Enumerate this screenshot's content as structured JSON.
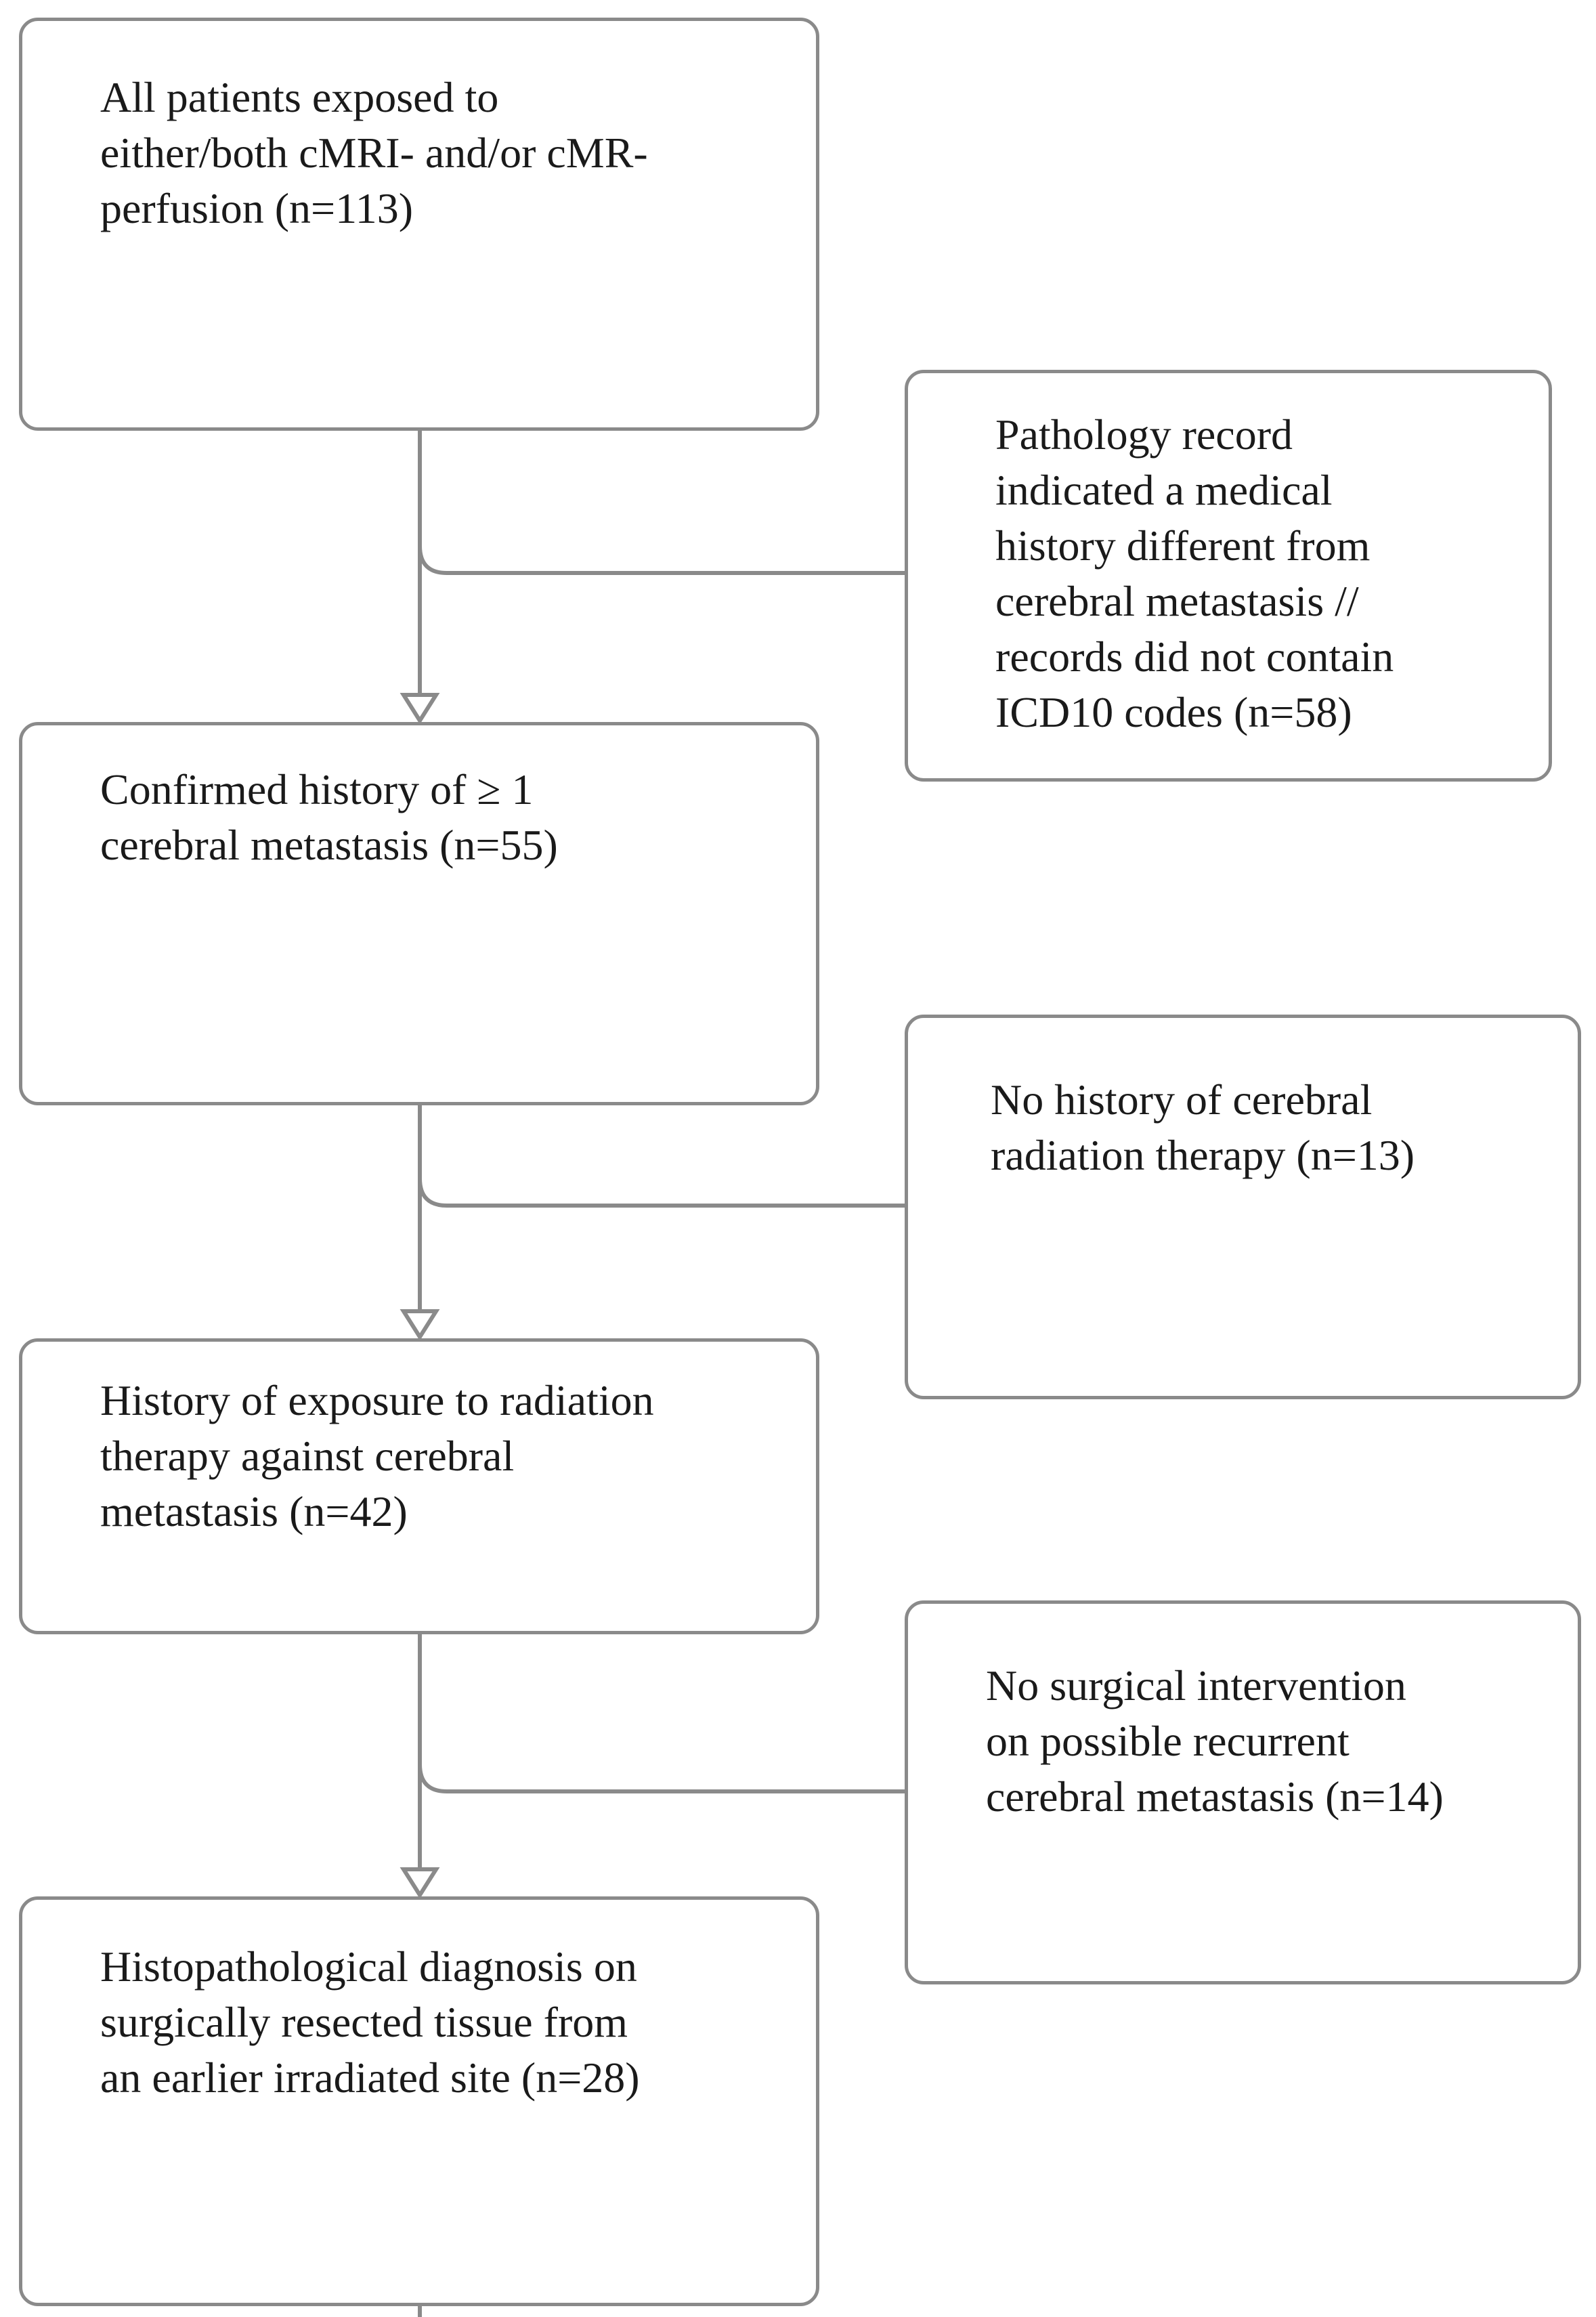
{
  "flowchart": {
    "main_steps": [
      {
        "lines": [
          "All patients exposed to",
          "either/both cMRI- and/or cMR-",
          "perfusion (n=113)"
        ]
      },
      {
        "lines": [
          "Confirmed history of ≥ 1",
          "cerebral metastasis (n=55)"
        ]
      },
      {
        "lines": [
          "History of exposure to radiation",
          "therapy against cerebral",
          "metastasis (n=42)"
        ]
      },
      {
        "lines": [
          "Histopathological diagnosis on",
          "surgically resected tissue from",
          "an earlier irradiated site (n=28)"
        ]
      }
    ],
    "exclusions": [
      {
        "lines": [
          "Pathology record",
          "indicated a medical",
          "history different from",
          "cerebral metastasis //",
          "records did not contain",
          "ICD10 codes (n=58)"
        ]
      },
      {
        "lines": [
          "No history of cerebral",
          "radiation therapy (n=13)"
        ]
      },
      {
        "lines": [
          "No surgical intervention",
          "on possible recurrent",
          "cerebral metastasis (n=14)"
        ]
      }
    ]
  },
  "colors": {
    "box_border": "#8a8a8a",
    "connector": "#8a8a8a",
    "text": "#1a1a1a",
    "background": "#ffffff"
  }
}
